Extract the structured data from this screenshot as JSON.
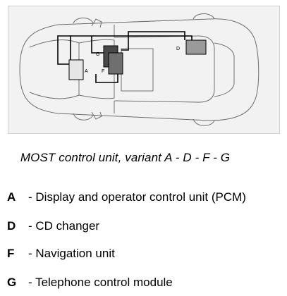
{
  "diagram": {
    "markers": {
      "A": "A",
      "D": "D",
      "F": "F",
      "G": "G"
    },
    "colors": {
      "background": "#f2f2f2",
      "car_outline": "#6e6e6e",
      "wiring": "#000000",
      "unit_A": "#e6e6e6",
      "unit_D": "#9a9a9a",
      "unit_F": "#6f6f6f",
      "unit_G": "#4a4a4a"
    }
  },
  "caption": "MOST control unit, variant A - D - F - G",
  "legend": [
    {
      "key": "A",
      "text": "- Display and operator control unit (PCM)"
    },
    {
      "key": "D",
      "text": "- CD changer"
    },
    {
      "key": "F",
      "text": "- Navigation unit"
    },
    {
      "key": "G",
      "text": "- Telephone control module"
    }
  ]
}
